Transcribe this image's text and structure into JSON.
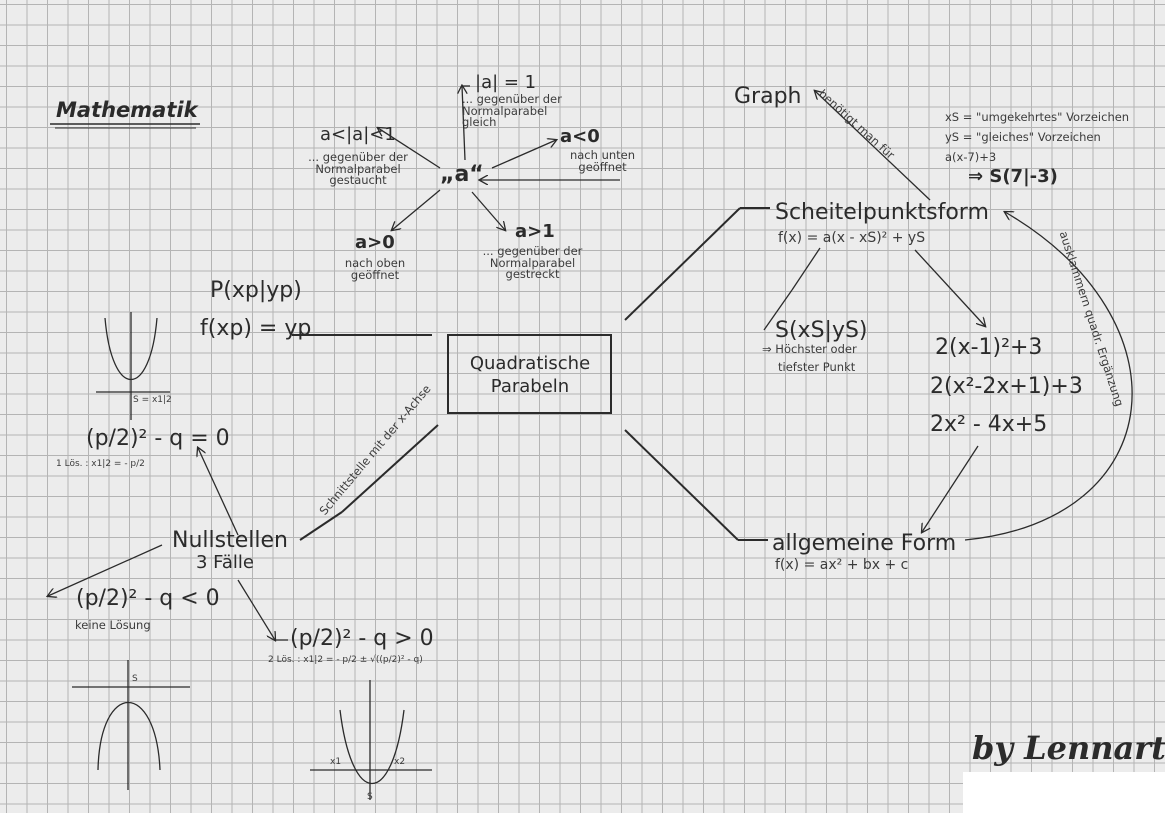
{
  "title": "Mathematik",
  "center": {
    "line1": "Quadratische",
    "line2": "Parabeln"
  },
  "a_node": {
    "label": "„a“",
    "abs_eq": "|a| = 1",
    "abs_eq_note": "... gegenüber der Normalparabel gleich",
    "between": "a<|a|<1",
    "between_note": "... gegenüber der Normalparabel gestaucht",
    "neg": "a<0",
    "neg_note": "nach unten geöffnet",
    "pos": "a>0",
    "pos_note": "nach oben geöffnet",
    "gt1": "a>1",
    "gt1_note": "... gegenüber der Normalparabel gestreckt"
  },
  "point": {
    "p": "P(xp|yp)",
    "f": "f(xp) = yp"
  },
  "graph": {
    "label": "Graph",
    "needs": "benötigt man für",
    "xs_swapped": "xS = \"umgekehrtes\" Vorzeichen",
    "ys_same": "yS = \"gleiches\" Vorzeichen",
    "example": "a(x-7)+3",
    "result": "⇒ S(7|-3)"
  },
  "vertex_form": {
    "label": "Scheitelpunktsform",
    "formula": "f(x) = a(x - xS)² + yS",
    "s_label": "S(xS|yS)",
    "s_note1": "⇒ Höchster oder",
    "s_note2": "tiefster Punkt",
    "calc1": "2(x-1)²+3",
    "calc2": "2(x²-2x+1)+3",
    "calc3": "2x² - 4x+5",
    "arc_label": "ausklammern quadr. Ergänzung"
  },
  "general_form": {
    "label": "allgemeine Form",
    "formula": "f(x) = ax² + bx + c"
  },
  "zeros": {
    "label": "Nullstellen",
    "cases": "3 Fälle",
    "intersect": "Schnittstelle mit der x-Achse",
    "case_one": "(p/2)² - q = 0",
    "case_one_note": "1 Lös. : x1|2 = - p/2",
    "case_none": "(p/2)² - q < 0",
    "case_none_note": "keine Lösung",
    "case_two": "(p/2)² - q > 0",
    "case_two_note": "2 Lös. : x1|2 = - p/2 ± √((p/2)² - q)"
  },
  "sketches": {
    "s_one": "S = x1|2",
    "s_none": "S",
    "x1": "x1",
    "x2": "x2",
    "s_two": "S"
  },
  "signature": "by Lennart",
  "colors": {
    "ink": "#2b2b2b",
    "grid": "#b4b4b4",
    "paper": "#ececec"
  }
}
